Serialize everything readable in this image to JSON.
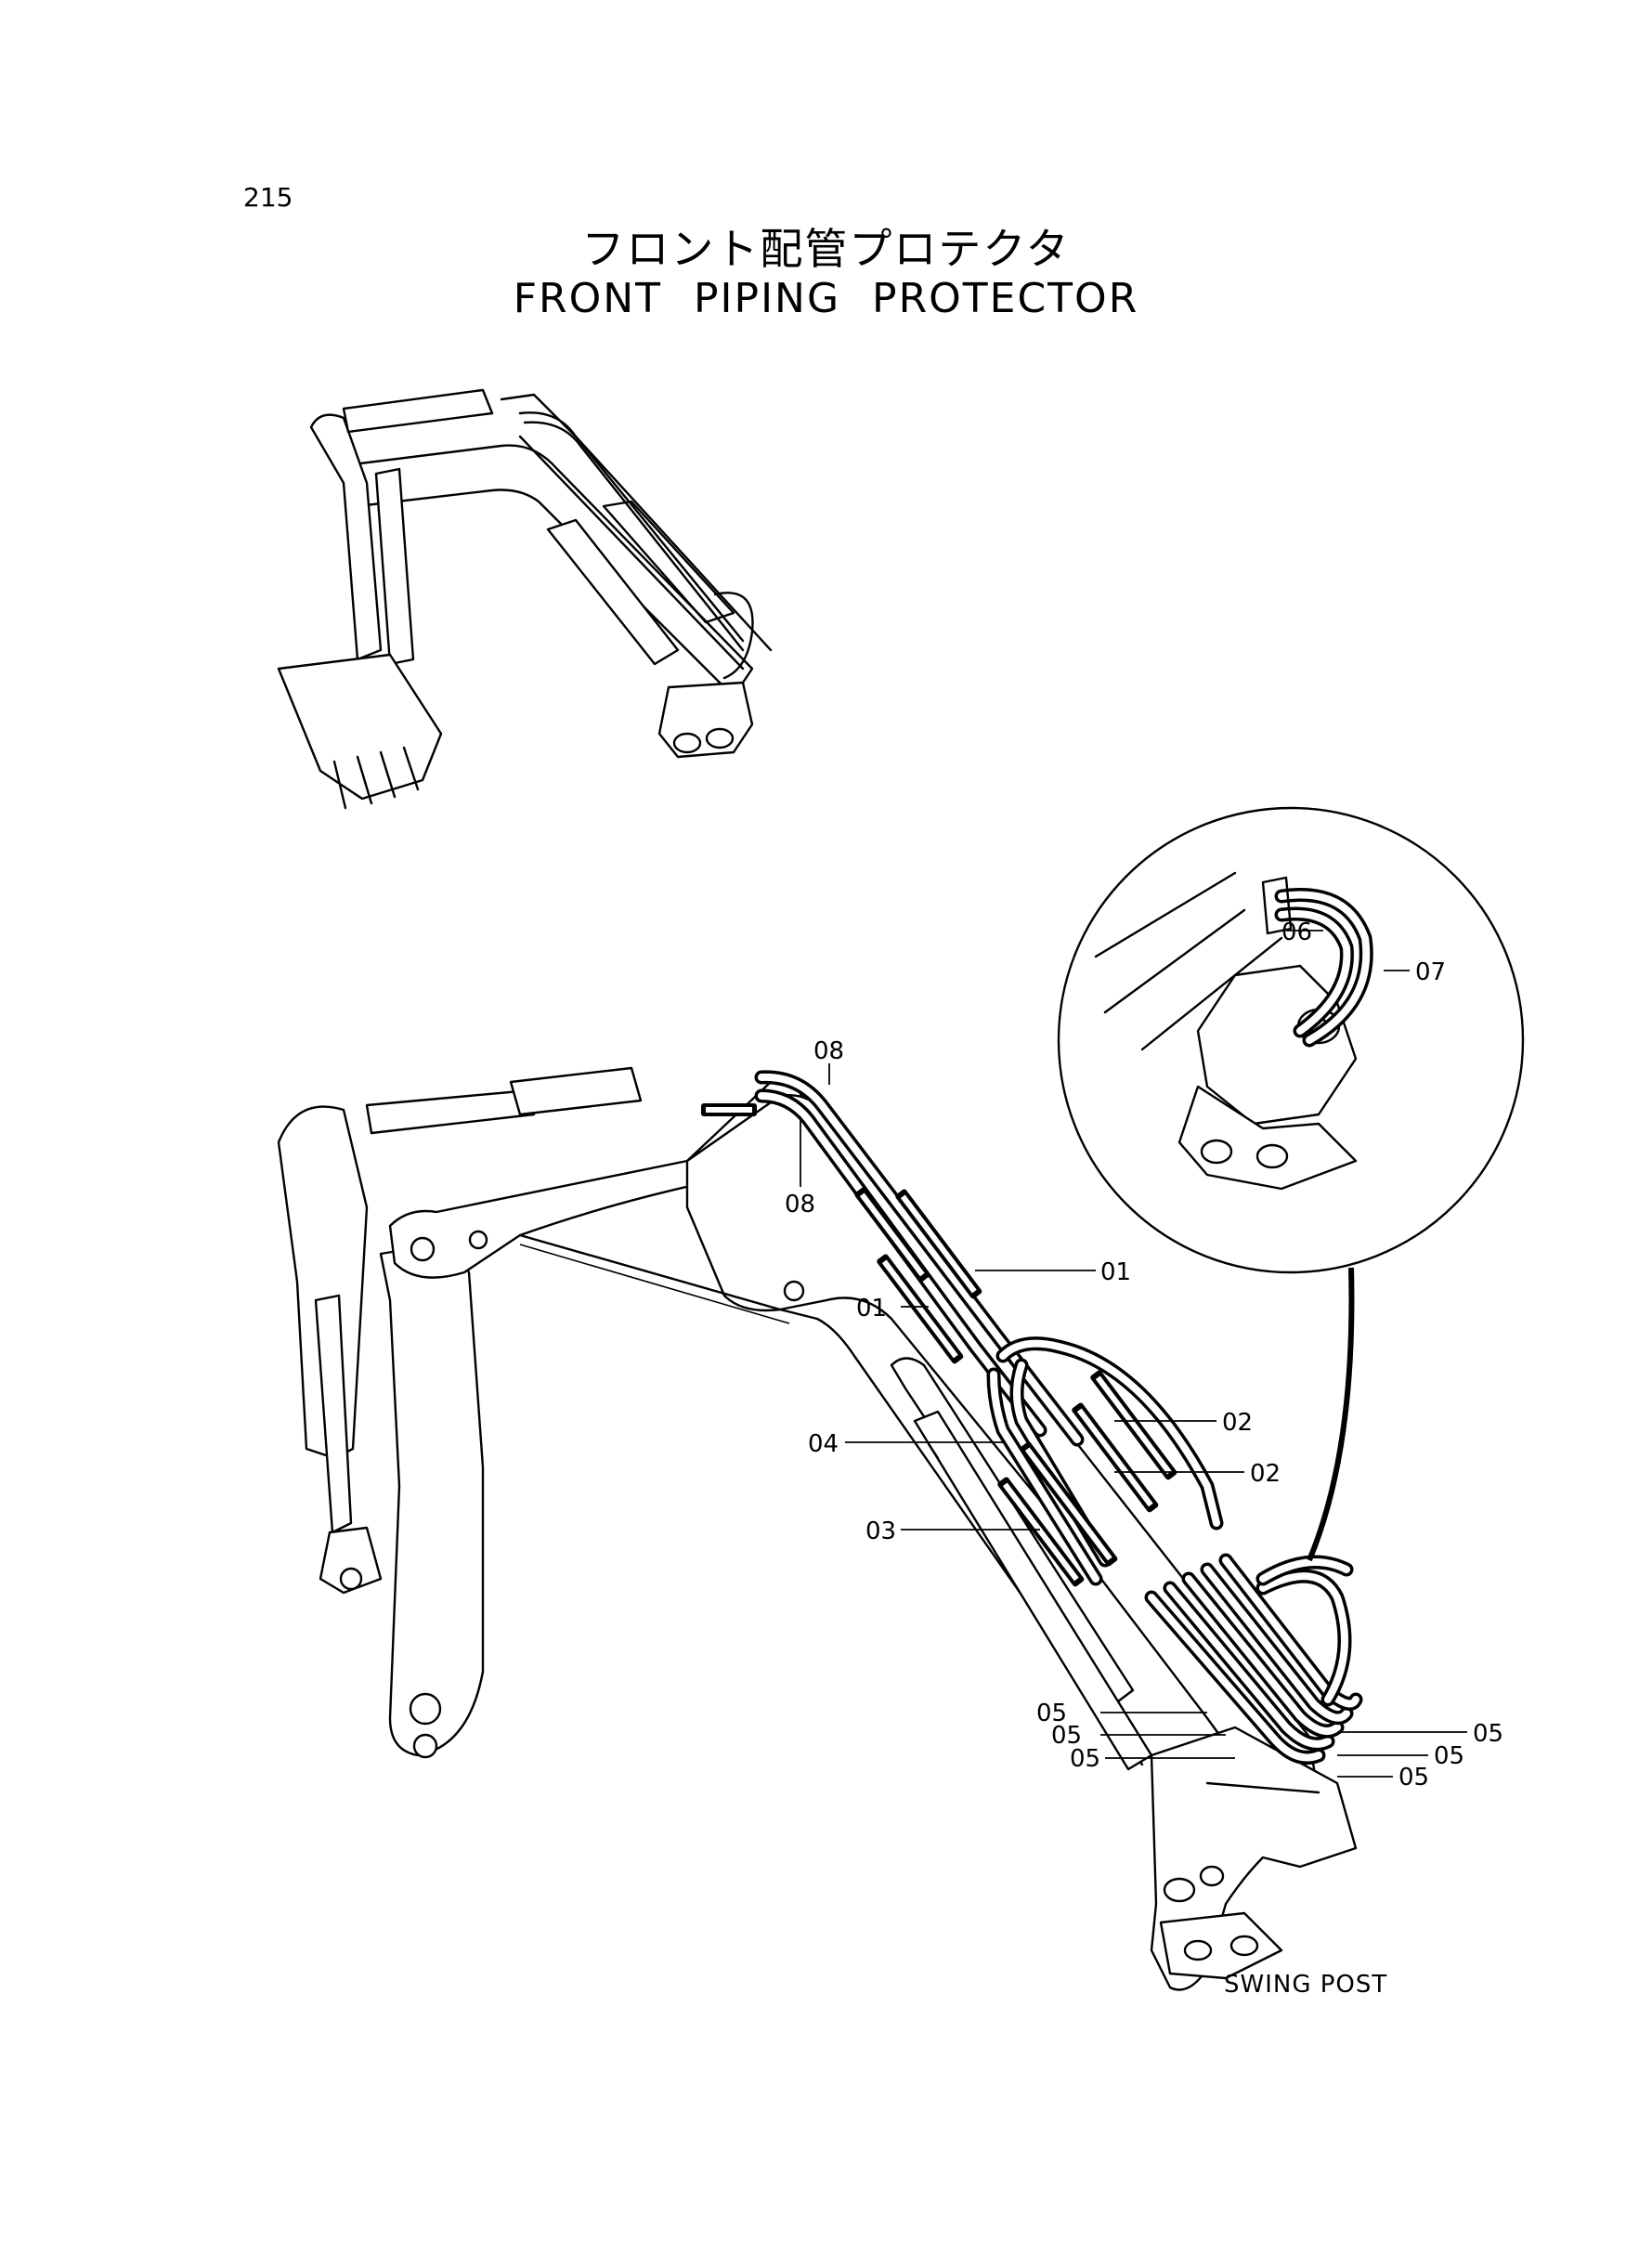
{
  "page_number": "215",
  "title_jp": "フロント配管プロテクタ",
  "title_en": "FRONT PIPING PROTECTOR",
  "caption": "SWING POST",
  "callouts": {
    "c08a": "08",
    "c08b": "08",
    "c01a": "01",
    "c01b": "01",
    "c02a": "02",
    "c02b": "02",
    "c04": "04",
    "c03": "03",
    "c06": "06",
    "c07": "07",
    "c05a": "05",
    "c05b": "05",
    "c05c": "05",
    "c05d": "05",
    "c05e": "05",
    "c05f": "05"
  }
}
